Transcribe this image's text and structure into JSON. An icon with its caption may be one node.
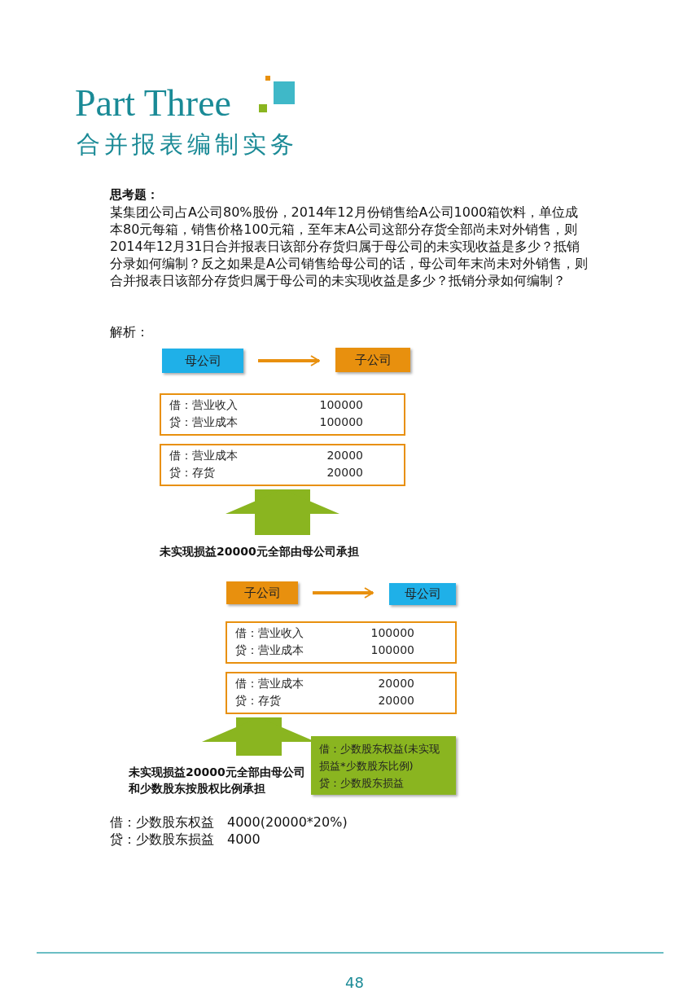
{
  "diagram": {
    "title": "Part Three",
    "nodes": [
      {
        "text": [
          "母公司"
        ]
      },
      {
        "text": [
          "子公司"
        ]
      },
      {
        "text": [
          "借：营业收入",
          "100000",
          "贷：营业成本",
          "100000"
        ]
      },
      {
        "text": [
          "借：营业成本",
          "20000",
          "贷：存货",
          "20000"
        ]
      },
      {
        "text": [
          "未实现损益20000元全部由母公司承担"
        ]
      },
      {
        "text": [
          "子公司"
        ]
      },
      {
        "text": [
          "母公司"
        ]
      },
      {
        "text": [
          "借：营业收入",
          "100000",
          "贷：营业成本",
          "100000"
        ]
      },
      {
        "text": [
          "借：营业成本",
          "20000",
          "贷：存货",
          "20000"
        ]
      },
      {
        "text": [
          "未实现损益20000元全部由母公司和少数股东按股权比例承担"
        ]
      },
      {
        "text": [
          "借：少数股东权益(未实现损益*少数股东比例)",
          "贷：少数股东损益"
        ]
      }
    ],
    "edges": [
      {
        "from": 0,
        "to": 1,
        "arrow": "to",
        "color": "#e8900e"
      },
      {
        "from": 4,
        "to": 3,
        "arrow": "to",
        "style": "thick",
        "color": "#8ab520"
      },
      {
        "from": 5,
        "to": 6,
        "arrow": "to",
        "color": "#e8900e"
      },
      {
        "from": 9,
        "to": 8,
        "arrow": "to",
        "style": "thick",
        "color": "#8ab520"
      }
    ],
    "labels": [
      "合并报表编制实务",
      "思考题：",
      "某集团公司占A公司80%股份，2014年12月份销售给A公司1000箱饮料，单位成本80元每箱，销售价格100元箱，至年末A公司这部分存货全部尚未对外销售，则2014年12月31日合并报表日该部分存货归属于母公司的未实现收益是多少？抵销分录如何编制？反之如果是A公司销售给母公司的话，母公司年末尚未对外销售，则合并报表日该部分存货归属于母公司的未实现收益是多少？抵销分录如何编制？",
      "解析：",
      "借：少数股东权益　4000(20000*20%)",
      "贷：少数股东损益　4000",
      "48"
    ]
  }
}
